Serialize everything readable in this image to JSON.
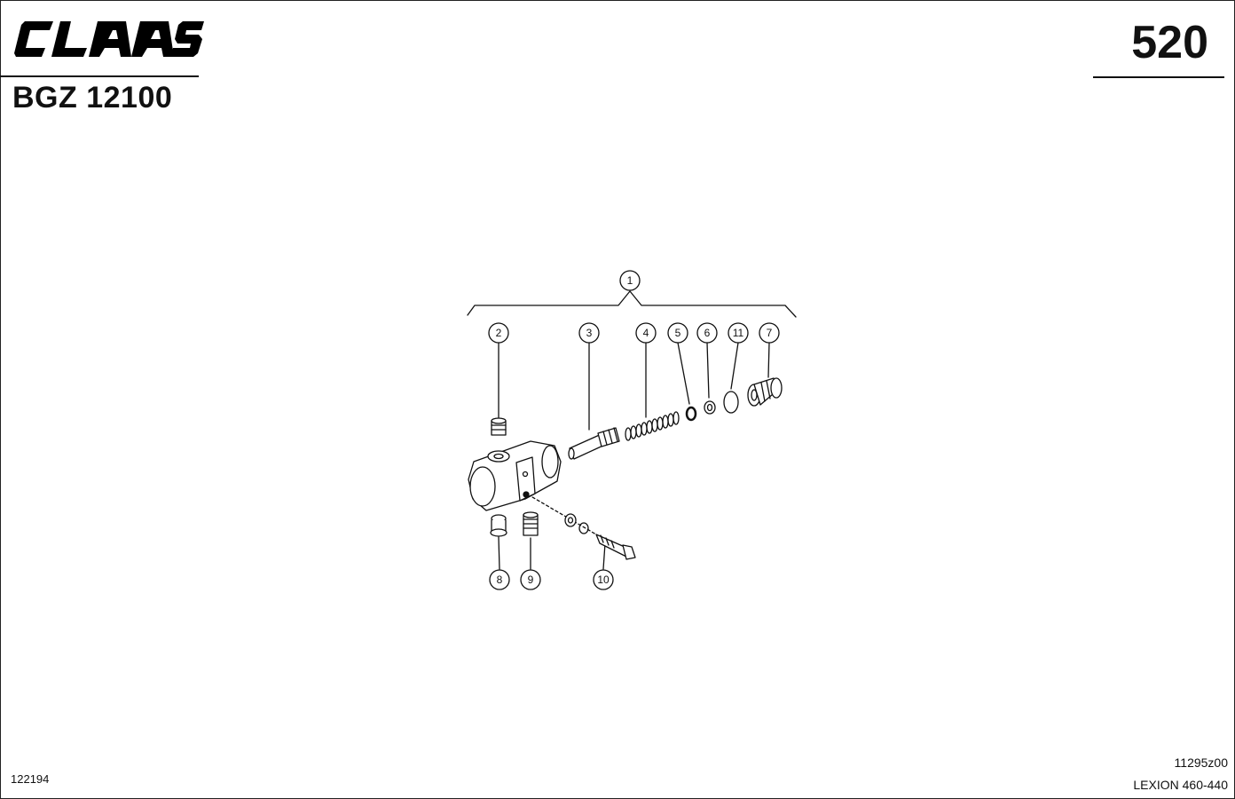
{
  "header": {
    "brand": "CLAAS",
    "group_code": "BGZ 12100",
    "page_number": "520"
  },
  "footer": {
    "left_code": "122194",
    "drawing_ref": "11295z00",
    "model": "LEXION 460-440"
  },
  "callouts": {
    "c1": "1",
    "c2": "2",
    "c3": "3",
    "c4": "4",
    "c5": "5",
    "c6": "6",
    "c7": "7",
    "c8": "8",
    "c9": "9",
    "c10": "10",
    "c11": "11"
  }
}
